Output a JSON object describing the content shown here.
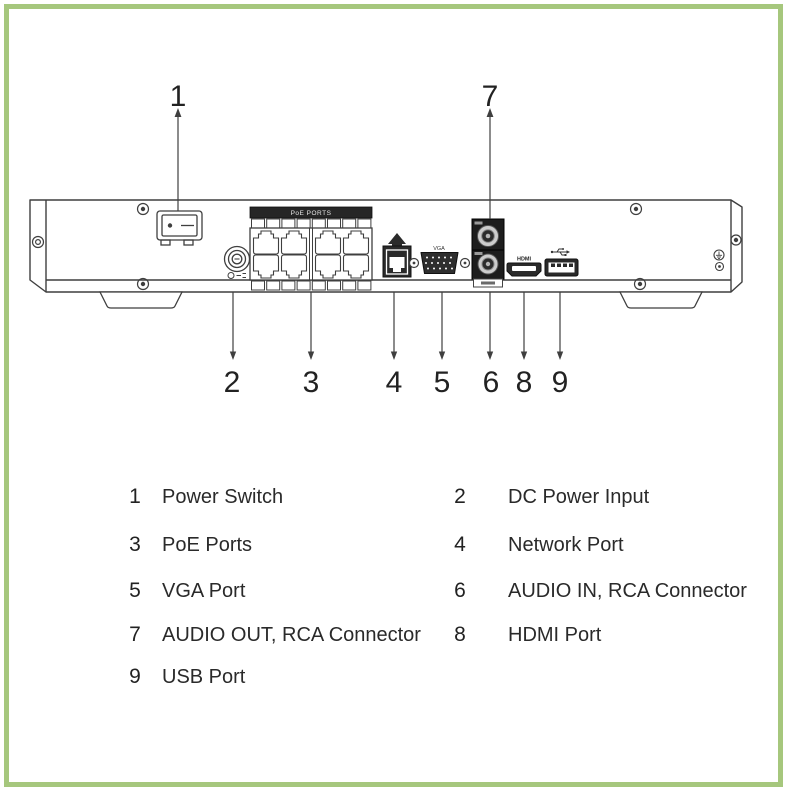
{
  "colors": {
    "frame_border": "#a6c77d",
    "line": "#3f3f3f",
    "dark_fill": "#262626"
  },
  "diagram": {
    "callout_numbers": [
      "1",
      "2",
      "3",
      "4",
      "5",
      "6",
      "7",
      "8",
      "9"
    ],
    "port_labels": {
      "poe": "PoE PORTS",
      "vga": "VGA",
      "hdmi": "HDMI"
    }
  },
  "legend": {
    "rows": [
      {
        "left_num": "1",
        "left_label": "Power Switch",
        "right_num": "2",
        "right_label": "DC Power Input"
      },
      {
        "left_num": "3",
        "left_label": "PoE Ports",
        "right_num": "4",
        "right_label": "Network Port"
      },
      {
        "left_num": "5",
        "left_label": "VGA Port",
        "right_num": "6",
        "right_label": "AUDIO IN, RCA Connector"
      },
      {
        "left_num": "7",
        "left_label": "AUDIO OUT, RCA Connector",
        "right_num": "8",
        "right_label": "HDMI Port"
      },
      {
        "left_num": "9",
        "left_label": "USB Port",
        "right_num": "",
        "right_label": ""
      }
    ]
  }
}
